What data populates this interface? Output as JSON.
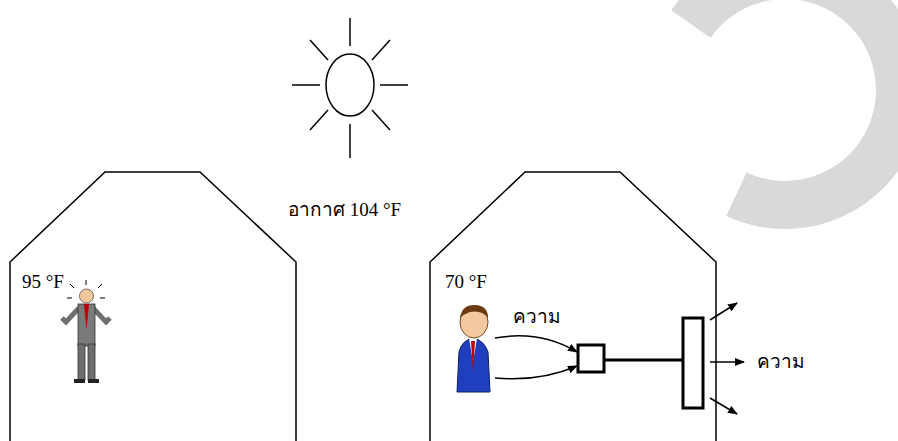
{
  "diagram": {
    "nodes": [
      {
        "text": [
          "95 °F"
        ]
      },
      {
        "text": [
          "70 °F",
          "ความ"
        ]
      }
    ],
    "labels": [
      "อากาศ 104 °F",
      "ความ"
    ]
  }
}
